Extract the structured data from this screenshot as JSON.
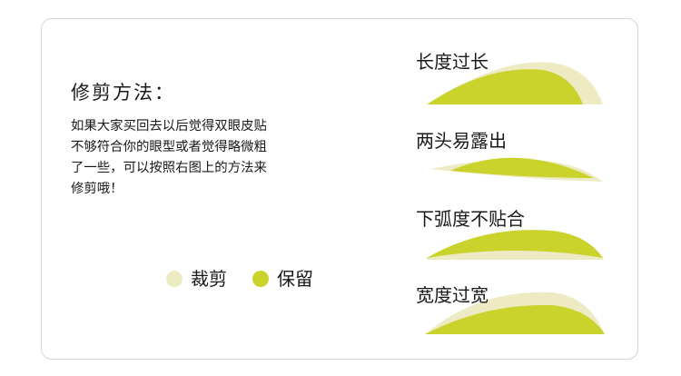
{
  "method": {
    "title": "修剪方法：",
    "description_lines": [
      "如果大家买回去以后觉得双眼皮贴",
      "不够符合你的眼型或者觉得略微粗",
      "了一些，可以按照右图上的方法来",
      "修剪哦！"
    ]
  },
  "legend": {
    "trim_label": "裁剪",
    "keep_label": "保留"
  },
  "colors": {
    "trim": "#eeebc4",
    "keep": "#c9d32b"
  },
  "cases": [
    {
      "label": "长度过长"
    },
    {
      "label": "两头易露出"
    },
    {
      "label": "下弧度不贴合"
    },
    {
      "label": "宽度过宽"
    }
  ]
}
